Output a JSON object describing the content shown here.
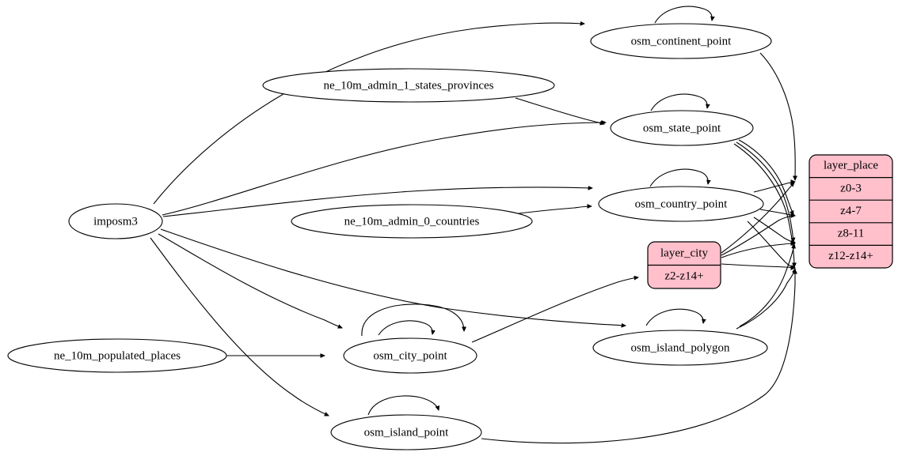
{
  "diagram": {
    "type": "directed-graph",
    "title": "",
    "background_color": "#ffffff",
    "record_fill_color": "#ffc0cb",
    "ellipse_fill_color": "#ffffff",
    "stroke_color": "#000000"
  },
  "nodes": {
    "imposm3": {
      "label": "imposm3",
      "shape": "ellipse"
    },
    "ne_admin1": {
      "label": "ne_10m_admin_1_states_provinces",
      "shape": "ellipse"
    },
    "ne_admin0": {
      "label": "ne_10m_admin_0_countries",
      "shape": "ellipse"
    },
    "ne_populated": {
      "label": "ne_10m_populated_places",
      "shape": "ellipse"
    },
    "osm_continent_point": {
      "label": "osm_continent_point",
      "shape": "ellipse"
    },
    "osm_state_point": {
      "label": "osm_state_point",
      "shape": "ellipse"
    },
    "osm_country_point": {
      "label": "osm_country_point",
      "shape": "ellipse"
    },
    "osm_city_point": {
      "label": "osm_city_point",
      "shape": "ellipse"
    },
    "osm_island_point": {
      "label": "osm_island_point",
      "shape": "ellipse"
    },
    "osm_island_polygon": {
      "label": "osm_island_polygon",
      "shape": "ellipse"
    },
    "layer_city": {
      "shape": "record",
      "title": "layer_city",
      "rows": [
        "z2-z14+"
      ]
    },
    "layer_place": {
      "shape": "record",
      "title": "layer_place",
      "rows": [
        "z0-3",
        "z4-7",
        "z8-11",
        "z12-z14+"
      ]
    }
  },
  "edges": [
    {
      "from": "imposm3",
      "to": "osm_continent_point"
    },
    {
      "from": "imposm3",
      "to": "osm_state_point"
    },
    {
      "from": "imposm3",
      "to": "osm_country_point"
    },
    {
      "from": "imposm3",
      "to": "osm_city_point"
    },
    {
      "from": "imposm3",
      "to": "osm_island_point"
    },
    {
      "from": "imposm3",
      "to": "osm_island_polygon"
    },
    {
      "from": "ne_admin1",
      "to": "osm_state_point"
    },
    {
      "from": "ne_admin0",
      "to": "osm_country_point"
    },
    {
      "from": "ne_populated",
      "to": "osm_city_point"
    },
    {
      "from": "osm_continent_point",
      "to": "osm_continent_point"
    },
    {
      "from": "osm_state_point",
      "to": "osm_state_point"
    },
    {
      "from": "osm_country_point",
      "to": "osm_country_point"
    },
    {
      "from": "osm_city_point",
      "to": "osm_city_point"
    },
    {
      "from": "osm_island_point",
      "to": "osm_island_point"
    },
    {
      "from": "osm_island_polygon",
      "to": "osm_island_polygon"
    },
    {
      "from": "osm_continent_point",
      "to": "layer_place.z0-3"
    },
    {
      "from": "osm_state_point",
      "to": "layer_place.z4-7"
    },
    {
      "from": "osm_state_point",
      "to": "layer_place.z8-11"
    },
    {
      "from": "osm_state_point",
      "to": "layer_place.z12-z14+"
    },
    {
      "from": "osm_country_point",
      "to": "layer_place.z0-3"
    },
    {
      "from": "osm_country_point",
      "to": "layer_place.z4-7"
    },
    {
      "from": "osm_country_point",
      "to": "layer_place.z8-11"
    },
    {
      "from": "osm_country_point",
      "to": "layer_place.z12-z14+"
    },
    {
      "from": "layer_city",
      "to": "layer_place.z4-7"
    },
    {
      "from": "layer_city",
      "to": "layer_place.z8-11"
    },
    {
      "from": "layer_city",
      "to": "layer_place.z12-z14+"
    },
    {
      "from": "osm_island_polygon",
      "to": "layer_place.z8-11"
    },
    {
      "from": "osm_island_polygon",
      "to": "layer_place.z12-z14+"
    },
    {
      "from": "osm_island_point",
      "to": "layer_place.z12-z14+"
    },
    {
      "from": "osm_city_point",
      "to": "layer_city.z2-z14+"
    }
  ]
}
